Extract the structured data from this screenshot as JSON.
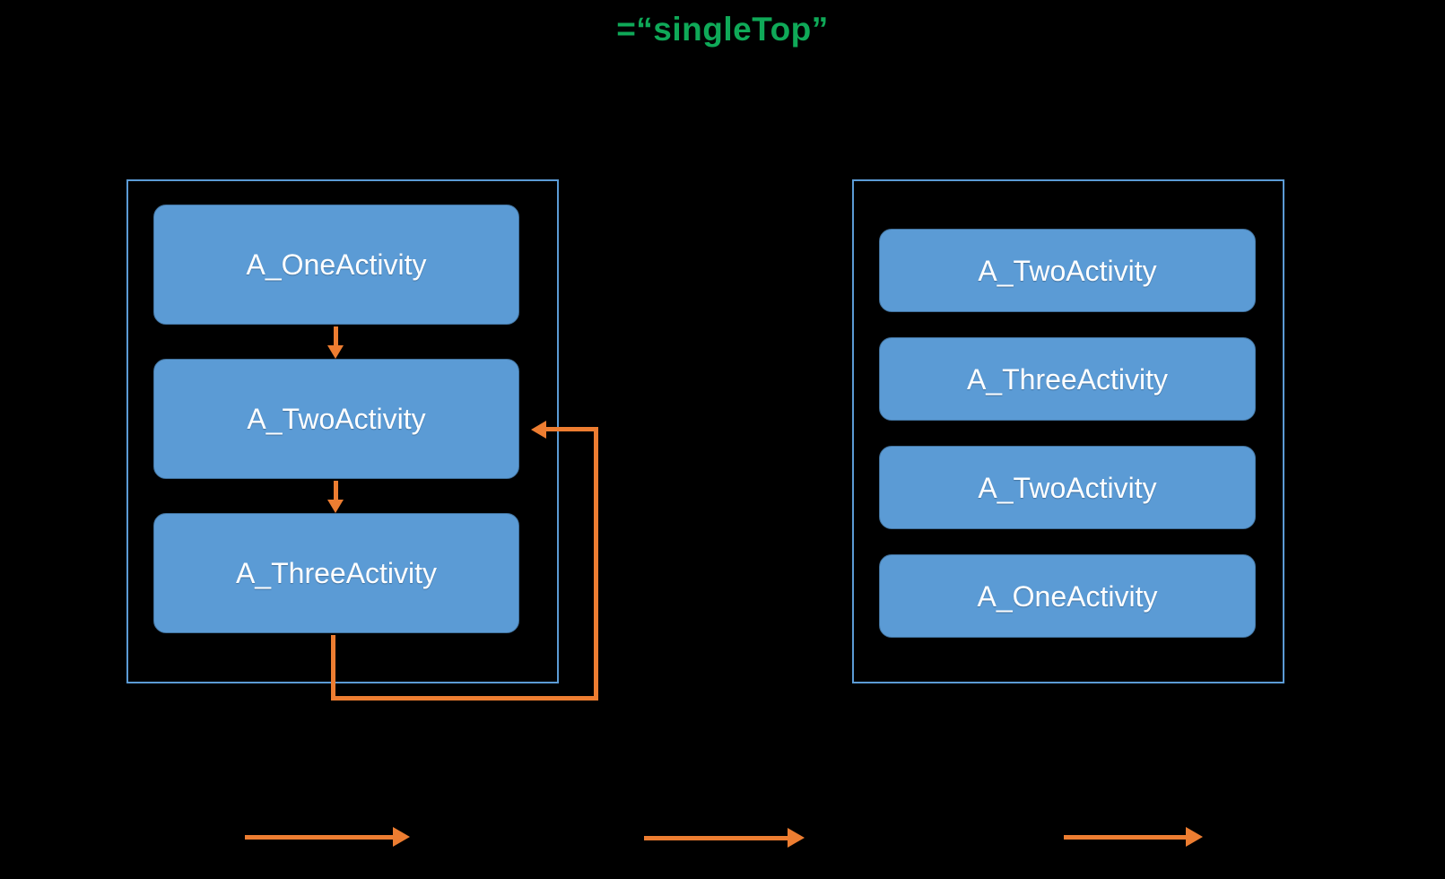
{
  "diagram": {
    "background_color": "#000000",
    "title": {
      "text": "=“singleTop”",
      "color": "#0FA958"
    },
    "colors": {
      "box_fill": "#5B9BD5",
      "box_border": "#41719C",
      "frame_border": "#5B9BD5",
      "arrow": "#ED7D31",
      "label_text": "#FFFFFF"
    },
    "stacks": [
      {
        "name": "before-stack",
        "boxes": [
          {
            "label": "A_OneActivity"
          },
          {
            "label": "A_TwoActivity"
          },
          {
            "label": "A_ThreeActivity"
          }
        ]
      },
      {
        "name": "after-stack",
        "boxes": [
          {
            "label": "A_TwoActivity"
          },
          {
            "label": "A_ThreeActivity"
          },
          {
            "label": "A_TwoActivity"
          },
          {
            "label": "A_OneActivity"
          }
        ]
      }
    ],
    "connectors": {
      "one_to_two": "down-arrow",
      "two_to_three": "down-arrow",
      "three_back_to_two": "feedback-loop-arrow"
    },
    "flow_arrows": [
      {
        "name": "flow-arrow-1"
      },
      {
        "name": "flow-arrow-2"
      },
      {
        "name": "flow-arrow-3"
      }
    ]
  }
}
